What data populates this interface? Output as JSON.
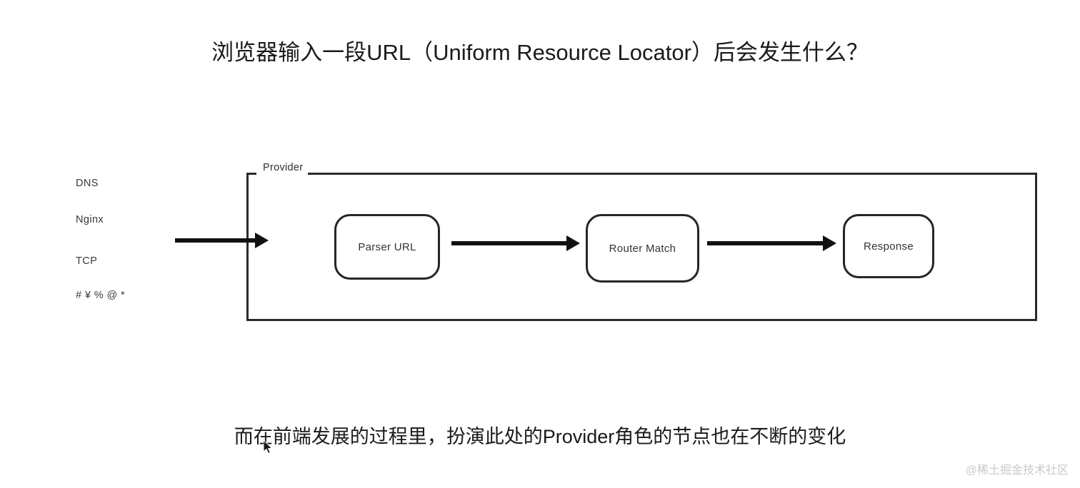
{
  "page": {
    "background_color": "#ffffff",
    "title": "浏览器输入一段URL（Uniform Resource Locator）后会发生什么？",
    "caption": "而在前端发展的过程里，扮演此处的Provider角色的节点也在不断的变化",
    "watermark": "@稀土掘金技术社区"
  },
  "diagram": {
    "left_labels": [
      {
        "label": "DNS"
      },
      {
        "label": "Nginx"
      },
      {
        "label": "TCP"
      },
      {
        "label": "# ¥ % @ *"
      }
    ],
    "container": {
      "label": "Provider",
      "border_color": "#2b2b2b"
    },
    "nodes": [
      {
        "id": "parser-url",
        "label": "Parser URL"
      },
      {
        "id": "router-match",
        "label": "Router Match"
      },
      {
        "id": "response",
        "label": "Response"
      }
    ],
    "arrows": [
      {
        "id": "entry",
        "from": "left-labels",
        "to": "provider-container"
      },
      {
        "id": "parser-to-router",
        "from": "parser-url",
        "to": "router-match"
      },
      {
        "id": "router-to-response",
        "from": "router-match",
        "to": "response"
      }
    ],
    "arrow_color": "#111111"
  }
}
